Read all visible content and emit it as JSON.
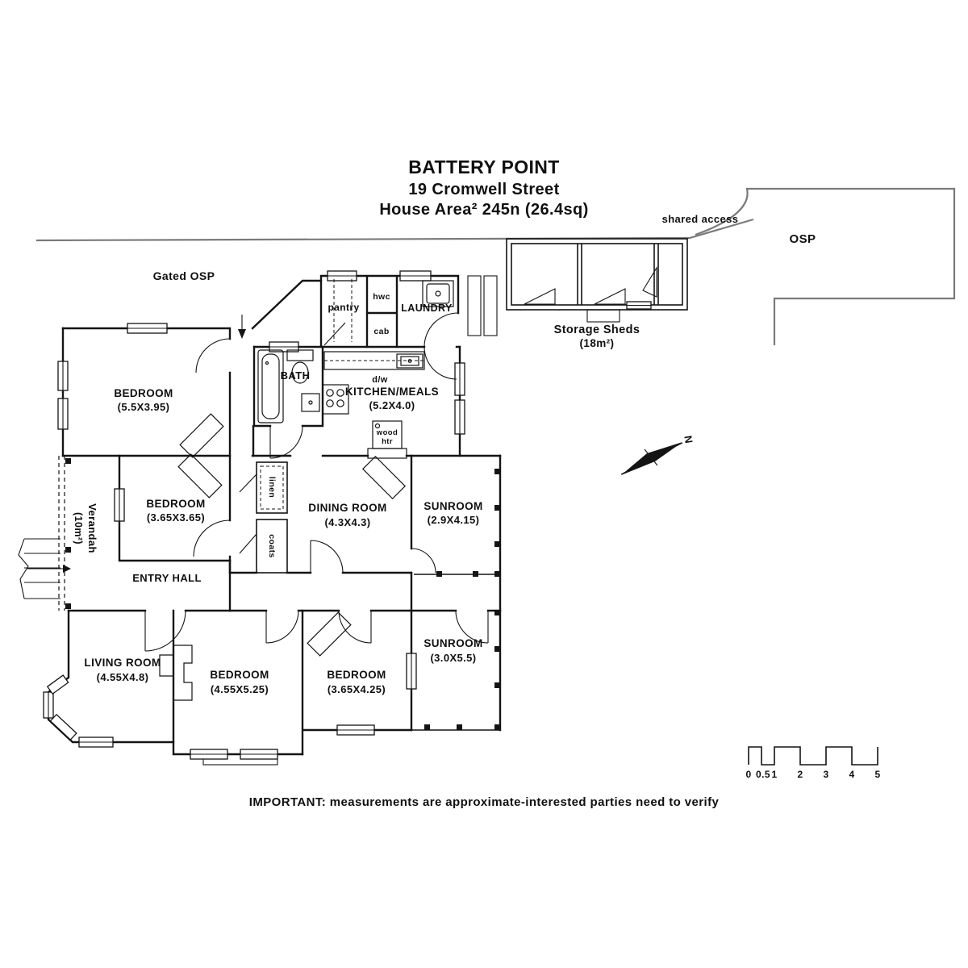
{
  "title": {
    "property": "BATTERY POINT",
    "street": "19 Cromwell Street",
    "area": "House Area² 245n (26.4sq)"
  },
  "site": {
    "shared_access": "shared access",
    "osp": "OSP",
    "gated_osp": "Gated OSP",
    "storage_sheds": "Storage Sheds",
    "storage_sheds_area": "(18m²)"
  },
  "rooms": {
    "bedroom_top": {
      "name": "BEDROOM",
      "dims": "(5.5X3.95)"
    },
    "bedroom_mid": {
      "name": "BEDROOM",
      "dims": "(3.65X3.65)"
    },
    "bedroom_bottom_center": {
      "name": "BEDROOM",
      "dims": "(4.55X5.25)"
    },
    "bedroom_bottom_right": {
      "name": "BEDROOM",
      "dims": "(3.65X4.25)"
    },
    "living_room": {
      "name": "LIVING ROOM",
      "dims": "(4.55X4.8)"
    },
    "dining_room": {
      "name": "DINING ROOM",
      "dims": "(4.3X4.3)"
    },
    "kitchen_meals": {
      "name": "KITCHEN/MEALS",
      "dims": "(5.2X4.0)"
    },
    "sunroom_upper": {
      "name": "SUNROOM",
      "dims": "(2.9X4.15)"
    },
    "sunroom_lower": {
      "name": "SUNROOM",
      "dims": "(3.0X5.5)"
    },
    "entry_hall": {
      "name": "ENTRY HALL"
    },
    "bath": {
      "name": "BATH"
    },
    "laundry": {
      "name": "LAUNDRY"
    },
    "verandah": {
      "name": "Verandah",
      "dims": "(10m²)"
    }
  },
  "fixtures": {
    "pantry": "pantry",
    "hwc": "hwc",
    "cab": "cab",
    "linen": "linen",
    "coats": "coats",
    "dishwasher": "d/w",
    "wood_heater_line1": "wood",
    "wood_heater_line2": "htr"
  },
  "compass": {
    "north_label": "N"
  },
  "scale_bar": {
    "ticks": [
      "0",
      "0.5",
      "1",
      "2",
      "3",
      "4",
      "5"
    ]
  },
  "footer": {
    "disclaimer": "IMPORTANT: measurements are approximate-interested parties need to verify"
  },
  "colors": {
    "wall": "#141414",
    "site_line": "#7a7a7a",
    "background": "#ffffff"
  }
}
